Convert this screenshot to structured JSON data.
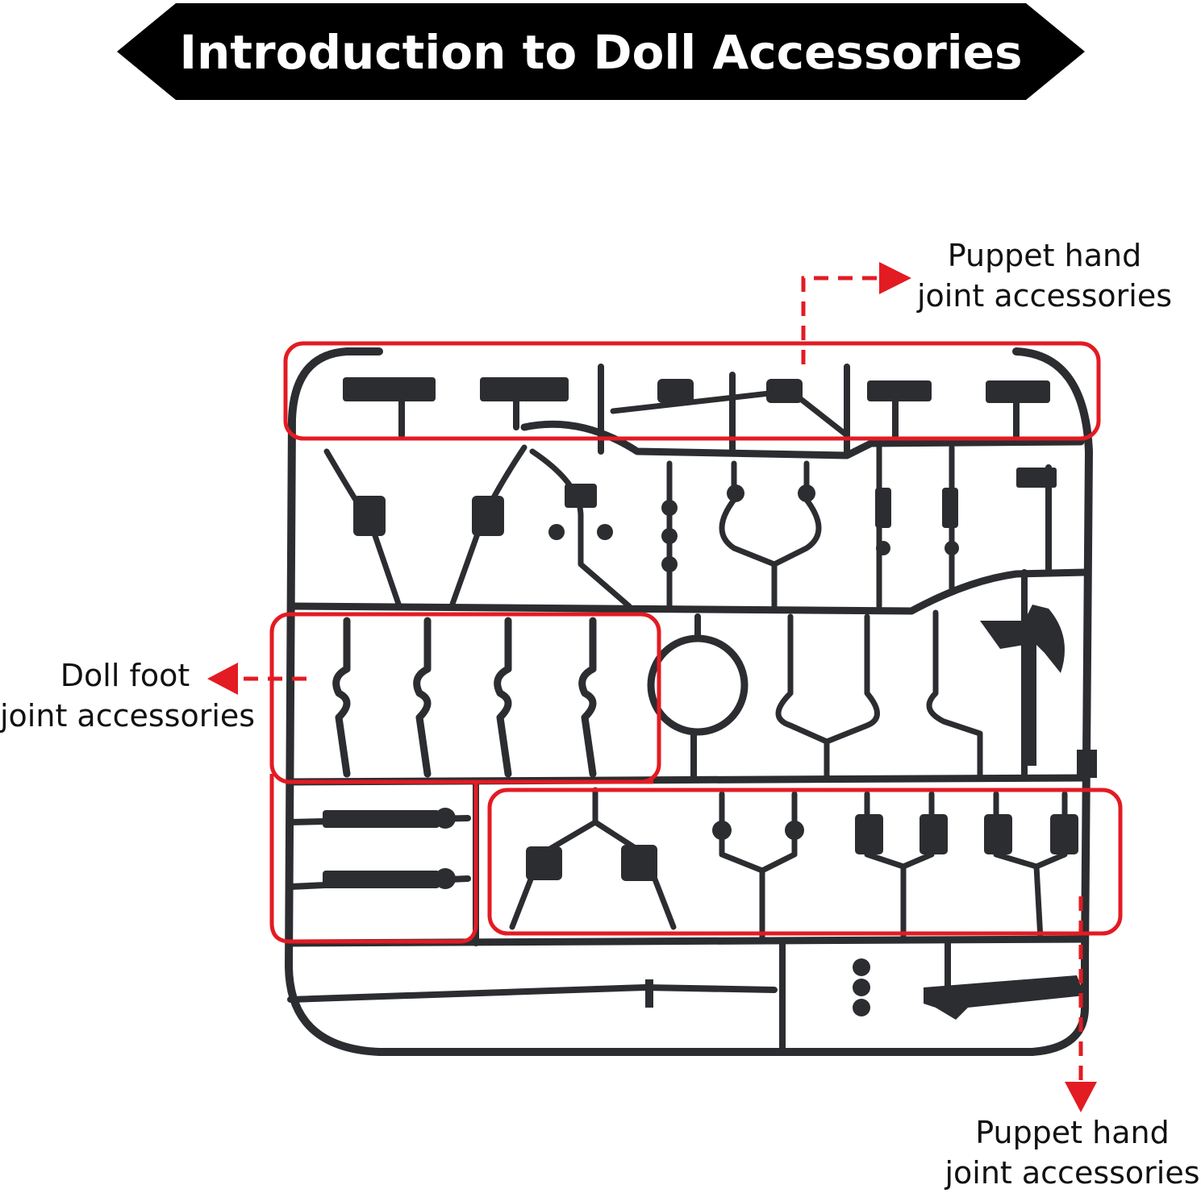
{
  "banner": {
    "title": "Introduction to Doll Accessories",
    "background_color": "#000000",
    "text_color": "#ffffff"
  },
  "labels": {
    "top": {
      "line1": "Puppet hand",
      "line2": "joint accessories"
    },
    "left": {
      "line1": "Doll foot",
      "line2": "joint accessories"
    },
    "bottom": {
      "line1": "Puppet hand",
      "line2": "joint accessories"
    }
  },
  "colors": {
    "highlight": "#e31b23",
    "sprue": "#2b2d30"
  }
}
